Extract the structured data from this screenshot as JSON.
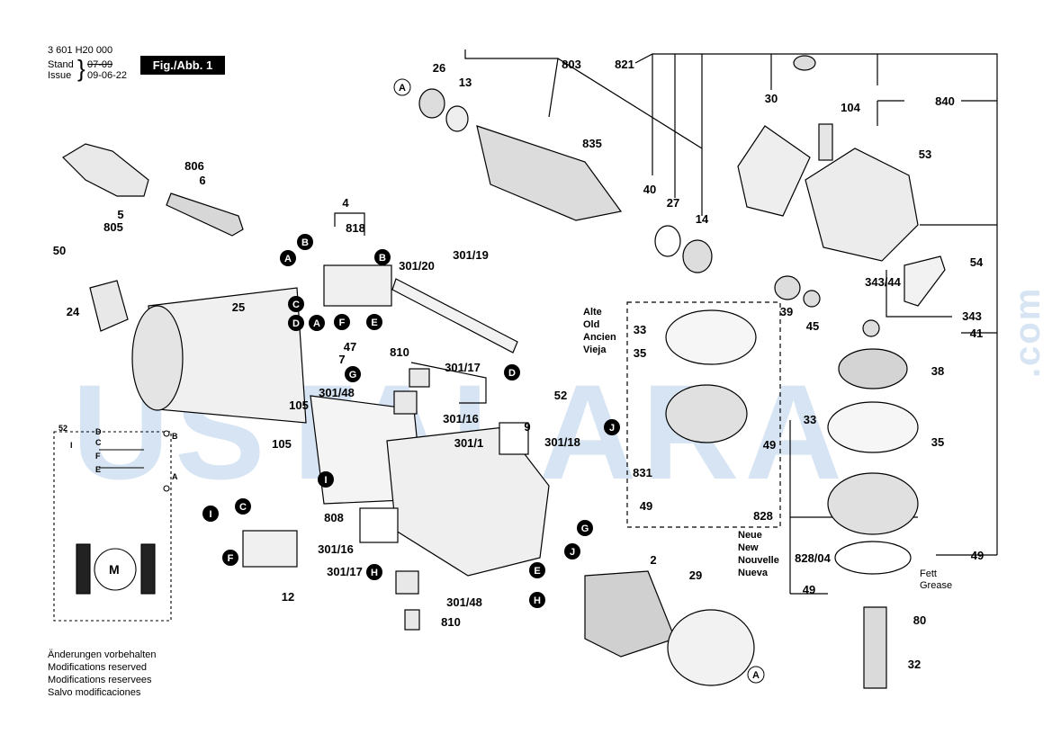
{
  "header": {
    "doc_number": "3 601 H20 000",
    "stand_label": "Stand",
    "issue_label": "Issue",
    "stand_date": "07-09",
    "issue_date": "09-06-22",
    "fig_label": "Fig./Abb. 1"
  },
  "notes": [
    "Änderungen vorbehalten",
    "Modifications reserved",
    "Modifications reservees",
    "Salvo modificaciones"
  ],
  "old_variant_labels": [
    "Alte",
    "Old",
    "Ancien",
    "Vieja"
  ],
  "new_variant_labels": [
    "Neue",
    "New",
    "Nouvelle",
    "Nueva"
  ],
  "grease_note": [
    "Fett",
    "Grease"
  ],
  "watermark": {
    "text": "USTALARA",
    "side_text": ".com"
  },
  "part_labels": {
    "p26": "26",
    "p13": "13",
    "p803": "803",
    "p821": "821",
    "p30": "30",
    "p840": "840",
    "p104": "104",
    "p835": "835",
    "p53": "53",
    "p40": "40",
    "p27": "27",
    "p14": "14",
    "p806": "806",
    "p6": "6",
    "p5": "5",
    "p805": "805",
    "p4": "4",
    "p818": "818",
    "p301_20": "301/20",
    "p301_19": "301/19",
    "p54": "54",
    "p343_44": "343/44",
    "p343": "343",
    "p39": "39",
    "p45": "45",
    "p41": "41",
    "p50": "50",
    "p24": "24",
    "p25": "25",
    "p47": "47",
    "p7": "7",
    "p810a": "810",
    "p301_17a": "301/17",
    "p301_48a": "301/48",
    "p301_16a": "301/16",
    "p105a": "105",
    "p105b": "105",
    "p52a": "52",
    "p9": "9",
    "p301_1": "301/1",
    "p301_18": "301/18",
    "p33a": "33",
    "p35a": "35",
    "p38": "38",
    "p49a": "49",
    "p831": "831",
    "p49b": "49",
    "p33b": "33",
    "p35b": "35",
    "p808": "808",
    "p828": "828",
    "p828_04": "828/04",
    "p49c": "49",
    "p49d": "49",
    "p12": "12",
    "p301_16b": "301/16",
    "p301_17b": "301/17",
    "p301_48b": "301/48",
    "p810b": "810",
    "p2": "2",
    "p29": "29",
    "p80": "80",
    "p32": "32",
    "p52b": "52"
  },
  "connector_letters": {
    "A": "A",
    "B": "B",
    "C": "C",
    "D": "D",
    "E": "E",
    "F": "F",
    "G": "G",
    "H": "H",
    "I": "I",
    "J": "J",
    "M": "M"
  }
}
